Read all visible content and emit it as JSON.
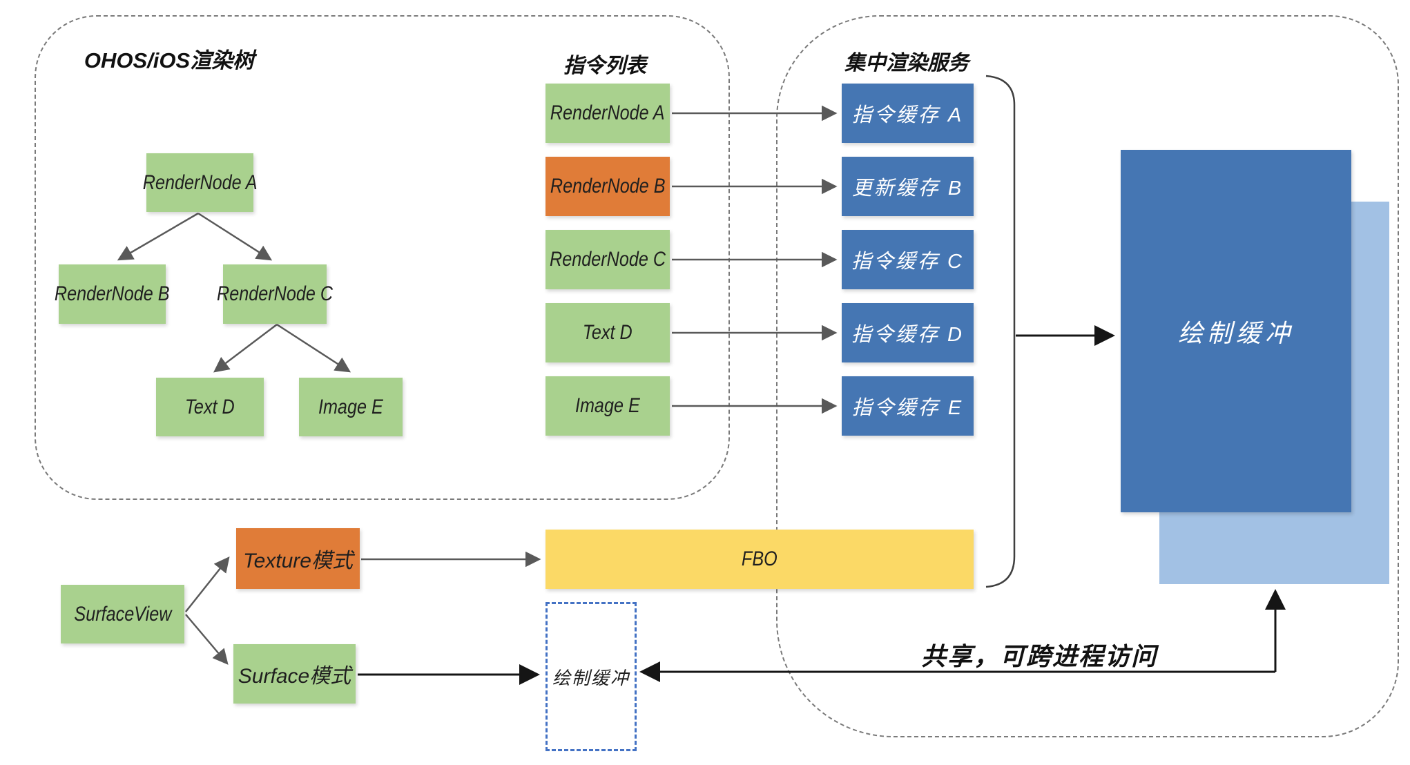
{
  "left_panel": {
    "title": "OHOS/iOS渲染树",
    "nodes": {
      "a": "RenderNode A",
      "b": "RenderNode B",
      "c": "RenderNode C",
      "d": "Text D",
      "e": "Image E"
    }
  },
  "command_list": {
    "title": "指令列表",
    "items": [
      {
        "label": "RenderNode A",
        "variant": "green"
      },
      {
        "label": "RenderNode B",
        "variant": "orange"
      },
      {
        "label": "RenderNode C",
        "variant": "green"
      },
      {
        "label": "Text D",
        "variant": "green"
      },
      {
        "label": "Image E",
        "variant": "green"
      }
    ]
  },
  "render_service": {
    "title": "集中渲染服务",
    "caches": [
      {
        "label": "指令缓存 A"
      },
      {
        "label": "更新缓存 B"
      },
      {
        "label": "指令缓存 C"
      },
      {
        "label": "指令缓存 D"
      },
      {
        "label": "指令缓存 E"
      }
    ],
    "draw_buffer": "绘制缓冲"
  },
  "bottom_flow": {
    "surface_view": "SurfaceView",
    "texture_mode": "Texture模式",
    "surface_mode": "Surface模式",
    "fbo": "FBO",
    "draw_buffer": "绘制缓冲",
    "share_note": "共享，可跨进程访问"
  },
  "colors": {
    "green": "#a9d18e",
    "orange": "#e07c38",
    "blue": "#4576b3",
    "light_blue": "#a2c1e4",
    "yellow": "#fbd966",
    "container_border": "#7a7a7a",
    "buffer_dash_border": "#4472c4",
    "arrow_gray": "#595959",
    "arrow_black": "#151515"
  }
}
